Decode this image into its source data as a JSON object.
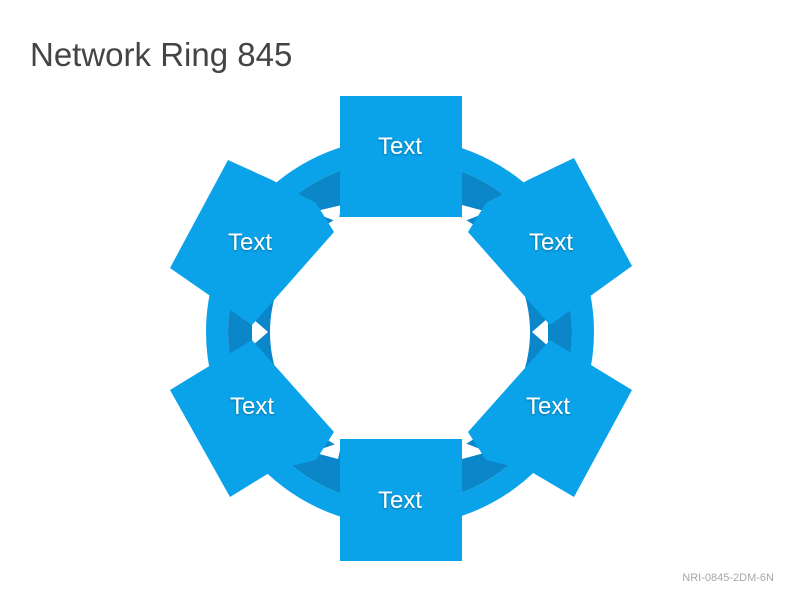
{
  "title": "Network Ring 845",
  "footer_code": "NRI-0845-2DM-6N",
  "colors": {
    "primary": "#0aa3ea",
    "ring_dark": "#0a86c9",
    "background": "#ffffff",
    "title": "#444444",
    "footer": "#a6a6a6"
  },
  "nodes": [
    {
      "label": "Text"
    },
    {
      "label": "Text"
    },
    {
      "label": "Text"
    },
    {
      "label": "Text"
    },
    {
      "label": "Text"
    },
    {
      "label": "Text"
    }
  ]
}
